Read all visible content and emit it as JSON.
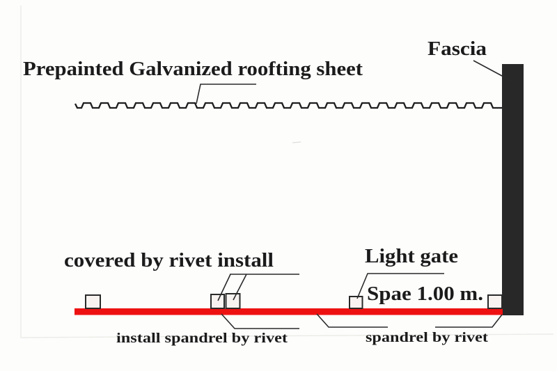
{
  "diagram": {
    "labels": {
      "roofing_sheet": "Prepainted Galvanized roofting sheet",
      "fascia": "Fascia",
      "covered_rivet": "covered by rivet install",
      "light_gate": "Light gate",
      "spacing": "Spae 1.00 m.",
      "install_spandrel": "install spandrel by rivet",
      "spandrel_rivet": "spandrel by rivet"
    },
    "colors": {
      "line": "#2a2a2a",
      "text": "#1b1b1b",
      "spandrel_red": "#ee1111",
      "fascia_fill": "#282828",
      "rivet_fill": "#f8f3f0",
      "faint_line": "#ebebe7",
      "background": "#fdfdfc"
    },
    "rivets": {
      "count": 5
    }
  }
}
